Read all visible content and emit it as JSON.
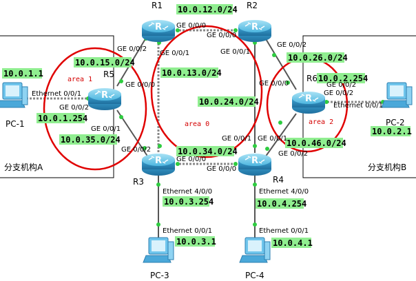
{
  "routers": [
    {
      "id": "R1",
      "label": "R1"
    },
    {
      "id": "R2",
      "label": "R2"
    },
    {
      "id": "R3",
      "label": "R3"
    },
    {
      "id": "R4",
      "label": "R4"
    },
    {
      "id": "R5",
      "label": "R5"
    },
    {
      "id": "R6",
      "label": "R6"
    }
  ],
  "pcs": [
    {
      "id": "PC-1",
      "label": "PC-1"
    },
    {
      "id": "PC-2",
      "label": "PC-2"
    },
    {
      "id": "PC-3",
      "label": "PC-3"
    },
    {
      "id": "PC-4",
      "label": "PC-4"
    }
  ],
  "networks": [
    "10.0.12.0/24",
    "10.0.15.0/24",
    "10.0.13.0/24",
    "10.0.24.0/24",
    "10.0.26.0/24",
    "10.0.35.0/24",
    "10.0.34.0/24",
    "10.0.46.0/24",
    "10.0.3.254",
    "10.0.4.254",
    "10.0.3.1",
    "10.0.4.1",
    "10.0.1.1",
    "10.0.1.254",
    "10.0.2.254",
    "10.0.2.1"
  ],
  "interfaces": [
    "GE 0/0/0",
    "GE 0/0/0",
    "GE 0/0/2",
    "GE 0/0/1",
    "GE 0/0/1",
    "GE 0/0/2",
    "GE 0/0/0",
    "GE 0/0/2",
    "GE 0/0/1",
    "Ethernet 0/0/1",
    "GE 0/0/2",
    "GE 0/0/0",
    "GE 0/0/2",
    "Ethernet 0/0/1",
    "GE 0/0/1",
    "GE 0/0/2",
    "GE 0/0/0",
    "GE 0/0/0",
    "GE 0/0/1",
    "GE 0/0/2",
    "Ethernet 4/0/0",
    "Ethernet 4/0/0",
    "Ethernet 0/0/1",
    "Ethernet 0/0/1"
  ],
  "areas": [
    "area 1",
    "area 0",
    "area 2"
  ],
  "branches": [
    "分支机构A",
    "分支机构B"
  ],
  "colors": {
    "area_circle": "#e00000",
    "label_bg": "#90ee90",
    "router": "#3fa9d8"
  }
}
